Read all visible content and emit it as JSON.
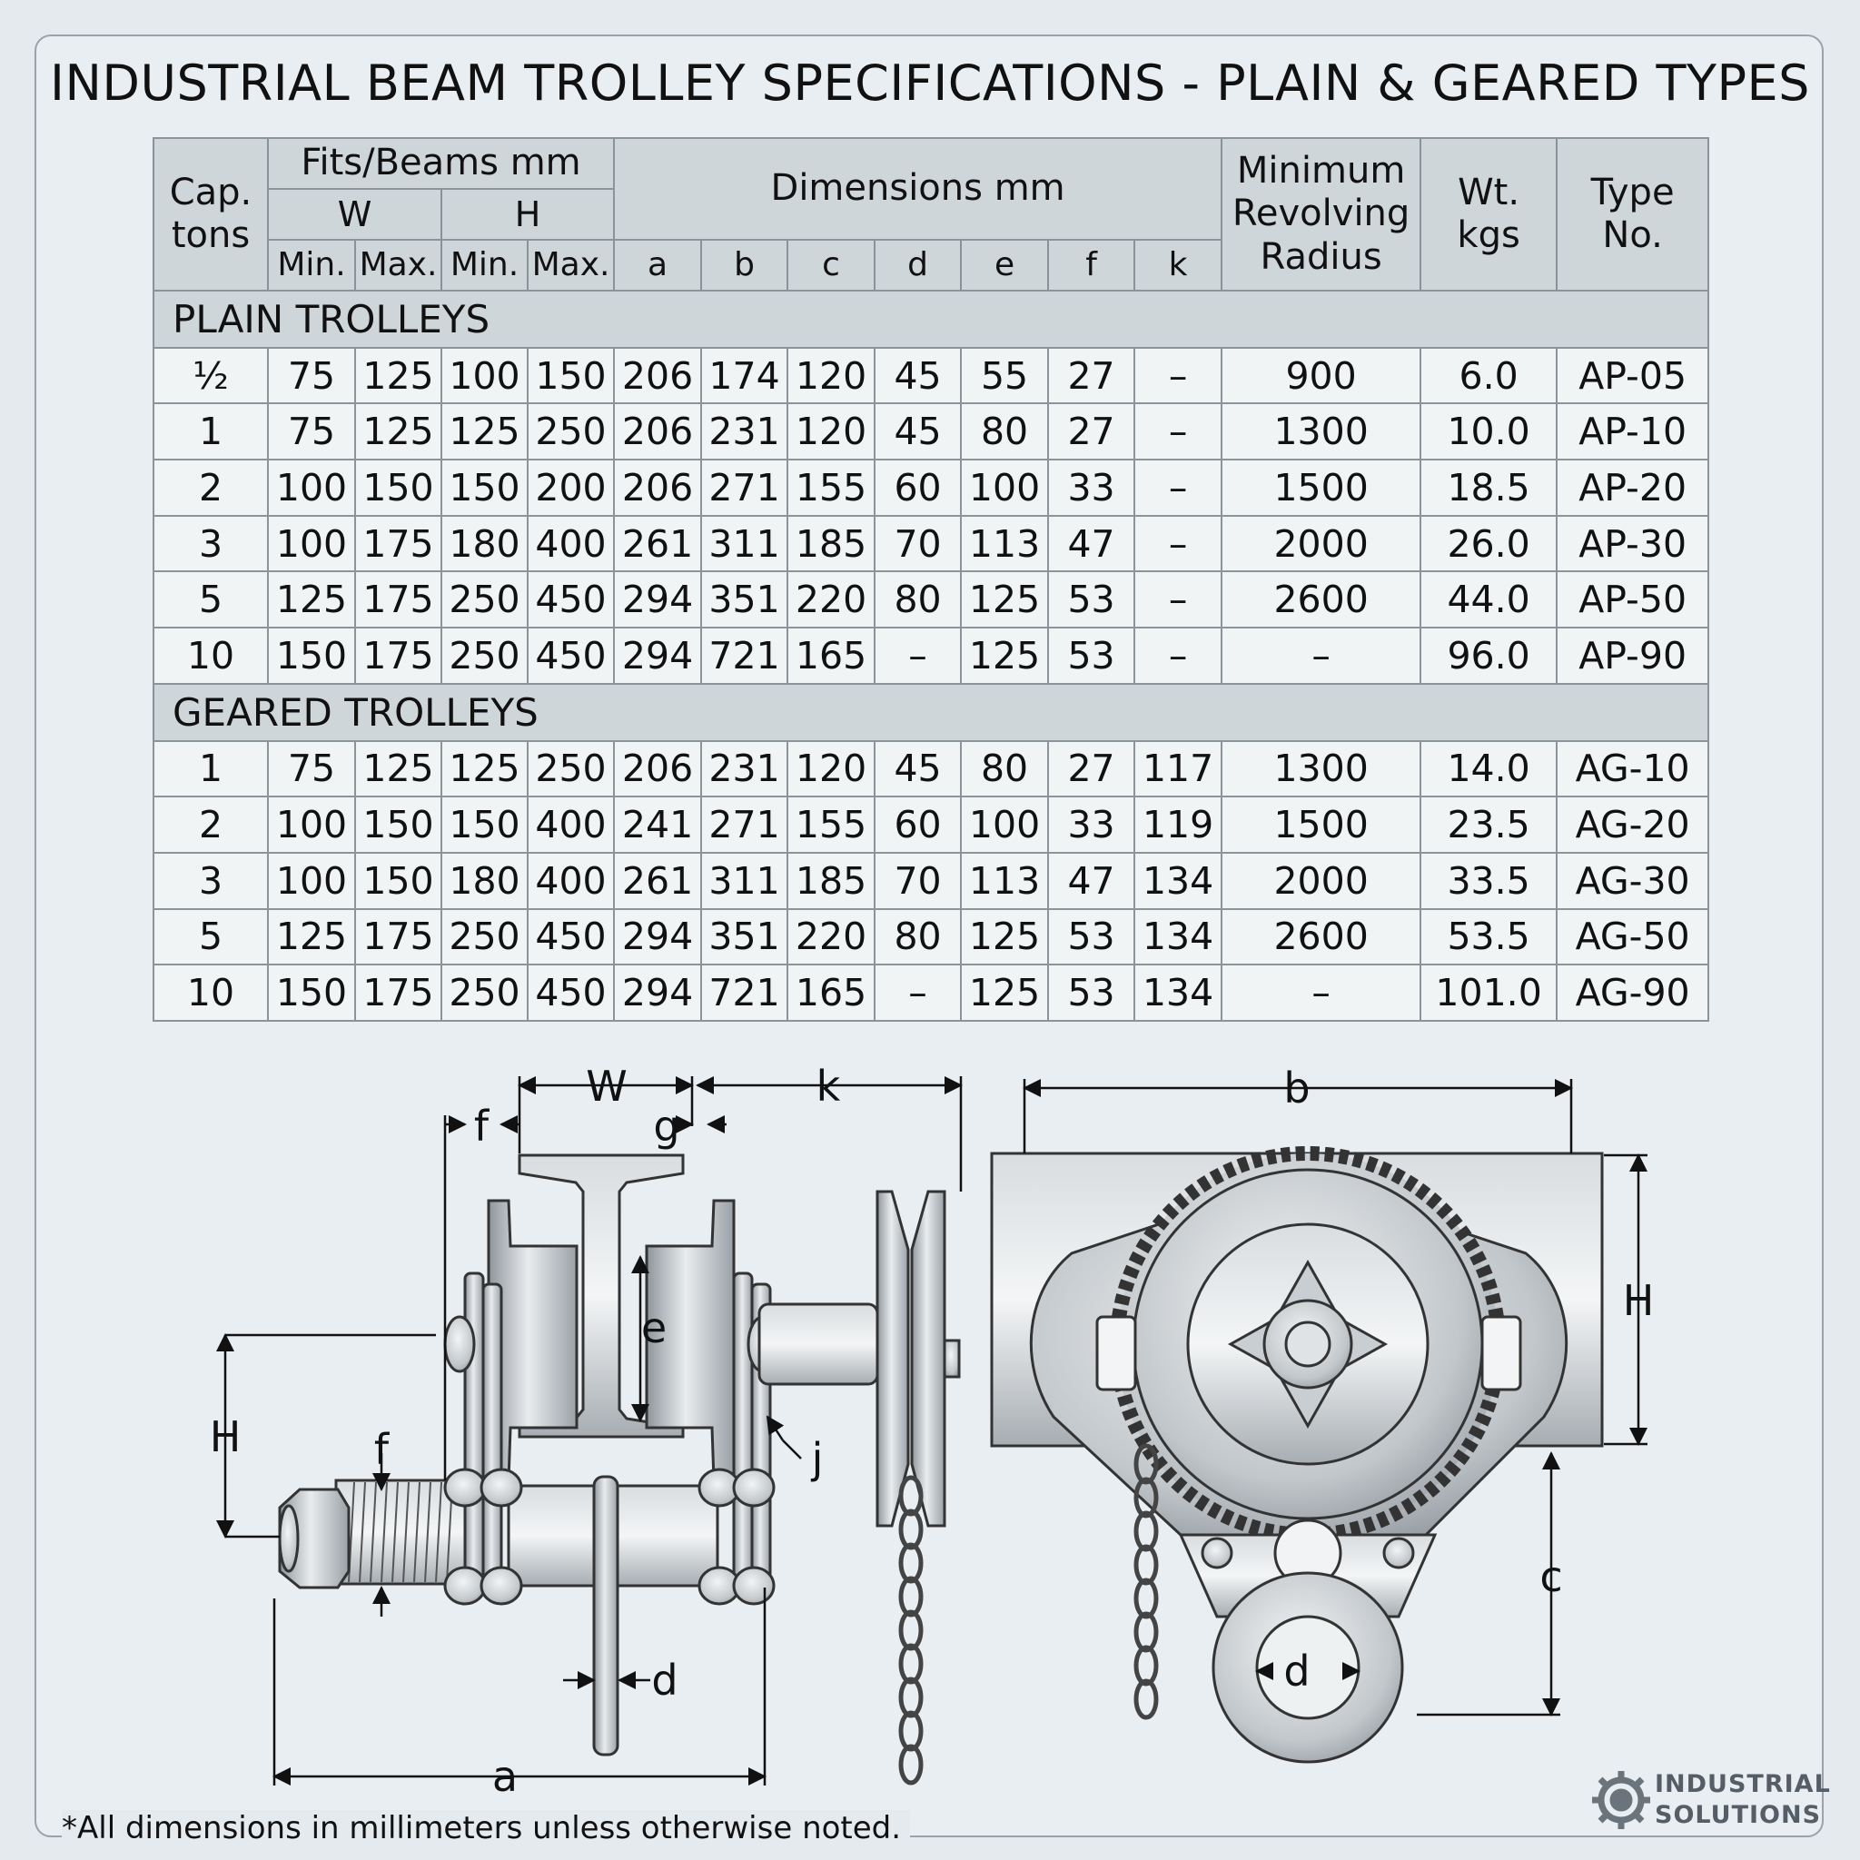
{
  "title": "INDUSTRIAL BEAM TROLLEY SPECIFICATIONS - PLAIN & GEARED TYPES",
  "table": {
    "headers": {
      "cap": "Cap.\ntons",
      "fits": "Fits/Beams mm",
      "w": "W",
      "h": "H",
      "min": "Min.",
      "max": "Max.",
      "dimensions": "Dimensions mm",
      "dim_cols": [
        "a",
        "b",
        "c",
        "d",
        "e",
        "f",
        "k"
      ],
      "radius": "Minimum Revolving Radius",
      "wt": "Wt.\nkgs",
      "type": "Type\nNo."
    },
    "sections": [
      {
        "label": "PLAIN TROLLEYS",
        "rows": [
          [
            "½",
            "75",
            "125",
            "100",
            "150",
            "206",
            "174",
            "120",
            "45",
            "55",
            "27",
            "–",
            "900",
            "6.0",
            "AP-05"
          ],
          [
            "1",
            "75",
            "125",
            "125",
            "250",
            "206",
            "231",
            "120",
            "45",
            "80",
            "27",
            "–",
            "1300",
            "10.0",
            "AP-10"
          ],
          [
            "2",
            "100",
            "150",
            "150",
            "200",
            "206",
            "271",
            "155",
            "60",
            "100",
            "33",
            "–",
            "1500",
            "18.5",
            "AP-20"
          ],
          [
            "3",
            "100",
            "175",
            "180",
            "400",
            "261",
            "311",
            "185",
            "70",
            "113",
            "47",
            "–",
            "2000",
            "26.0",
            "AP-30"
          ],
          [
            "5",
            "125",
            "175",
            "250",
            "450",
            "294",
            "351",
            "220",
            "80",
            "125",
            "53",
            "–",
            "2600",
            "44.0",
            "AP-50"
          ],
          [
            "10",
            "150",
            "175",
            "250",
            "450",
            "294",
            "721",
            "165",
            "–",
            "125",
            "53",
            "–",
            "–",
            "96.0",
            "AP-90"
          ]
        ]
      },
      {
        "label": "GEARED TROLLEYS",
        "rows": [
          [
            "1",
            "75",
            "125",
            "125",
            "250",
            "206",
            "231",
            "120",
            "45",
            "80",
            "27",
            "117",
            "1300",
            "14.0",
            "AG-10"
          ],
          [
            "2",
            "100",
            "150",
            "150",
            "400",
            "241",
            "271",
            "155",
            "60",
            "100",
            "33",
            "119",
            "1500",
            "23.5",
            "AG-20"
          ],
          [
            "3",
            "100",
            "150",
            "180",
            "400",
            "261",
            "311",
            "185",
            "70",
            "113",
            "47",
            "134",
            "2000",
            "33.5",
            "AG-30"
          ],
          [
            "5",
            "125",
            "175",
            "250",
            "450",
            "294",
            "351",
            "220",
            "80",
            "125",
            "53",
            "134",
            "2600",
            "53.5",
            "AG-50"
          ],
          [
            "10",
            "150",
            "175",
            "250",
            "450",
            "294",
            "721",
            "165",
            "–",
            "125",
            "53",
            "134",
            "–",
            "101.0",
            "AG-90"
          ]
        ]
      }
    ]
  },
  "diagram_labels": {
    "w": "W",
    "f_top": "f",
    "g": "g",
    "k": "k",
    "e": "e",
    "j": "j",
    "h_left": "H",
    "f_left": "f",
    "d_side": "d",
    "a": "a",
    "b": "b",
    "h_right": "H",
    "c": "c",
    "d_eye": "d"
  },
  "note": "*All dimensions in millimeters unless otherwise noted.",
  "logo": {
    "line1": "INDUSTRIAL",
    "line2": "SOLUTIONS"
  },
  "colors": {
    "background": "#e4eaee",
    "header_fill": "#cfd6da",
    "cell_fill": "#f1f4f5",
    "grid": "#8b949b",
    "metal": "#b9bfc4"
  }
}
